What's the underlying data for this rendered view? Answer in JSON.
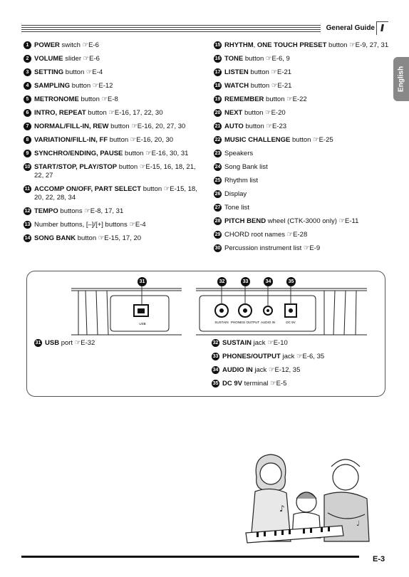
{
  "header": {
    "title": "General Guide"
  },
  "side_tab": "English",
  "left_items": [
    {
      "n": "1",
      "b": "POWER",
      "t": " switch ",
      "r": "☞E-6"
    },
    {
      "n": "2",
      "b": "VOLUME",
      "t": " slider ",
      "r": "☞E-6"
    },
    {
      "n": "3",
      "b": "SETTING",
      "t": " button ",
      "r": "☞E-4"
    },
    {
      "n": "4",
      "b": "SAMPLING",
      "t": " button ",
      "r": "☞E-12"
    },
    {
      "n": "5",
      "b": "METRONOME",
      "t": " button ",
      "r": "☞E-8"
    },
    {
      "n": "6",
      "b": "INTRO, REPEAT",
      "t": " button ",
      "r": "☞E-16, 17, 22, 30"
    },
    {
      "n": "7",
      "b": "NORMAL/FILL-IN, REW",
      "t": " button ",
      "r": "☞E-16, 20, 27, 30"
    },
    {
      "n": "8",
      "b": "VARIATION/FILL-IN, FF",
      "t": " button ",
      "r": "☞E-16, 20, 30"
    },
    {
      "n": "9",
      "b": "SYNCHRO/ENDING, PAUSE",
      "t": " button ",
      "r": "☞E-16, 30, 31"
    },
    {
      "n": "10",
      "b": "START/STOP, PLAY/STOP",
      "t": " button ",
      "r": "☞E-15, 16, 18, 21, 22, 27"
    },
    {
      "n": "11",
      "b": "ACCOMP ON/OFF, PART SELECT",
      "t": " button ",
      "r": "☞E-15, 18, 20, 22, 28, 34"
    },
    {
      "n": "12",
      "b": "TEMPO",
      "t": " buttons ",
      "r": "☞E-8, 17, 31"
    },
    {
      "n": "13",
      "b": "",
      "t": "Number buttons, [–]/[+] buttons ",
      "r": "☞E-4"
    },
    {
      "n": "14",
      "b": "SONG BANK",
      "t": " button ",
      "r": "☞E-15, 17, 20"
    }
  ],
  "right_items": [
    {
      "n": "15",
      "b": "RHYTHM",
      "t": ", ",
      "b2": "ONE TOUCH PRESET",
      "t2": " button ",
      "r": "☞E-9, 27, 31"
    },
    {
      "n": "16",
      "b": "TONE",
      "t": " button ",
      "r": "☞E-6, 9"
    },
    {
      "n": "17",
      "b": "LISTEN",
      "t": " button ",
      "r": "☞E-21"
    },
    {
      "n": "18",
      "b": "WATCH",
      "t": " button ",
      "r": "☞E-21"
    },
    {
      "n": "19",
      "b": "REMEMBER",
      "t": " button ",
      "r": "☞E-22"
    },
    {
      "n": "20",
      "b": "NEXT",
      "t": " button ",
      "r": "☞E-20"
    },
    {
      "n": "21",
      "b": "AUTO",
      "t": " button ",
      "r": "☞E-23"
    },
    {
      "n": "22",
      "b": "MUSIC CHALLENGE",
      "t": " button ",
      "r": "☞E-25"
    },
    {
      "n": "23",
      "b": "",
      "t": "Speakers",
      "r": ""
    },
    {
      "n": "24",
      "b": "",
      "t": "Song Bank list",
      "r": ""
    },
    {
      "n": "25",
      "b": "",
      "t": "Rhythm list",
      "r": ""
    },
    {
      "n": "26",
      "b": "",
      "t": "Display",
      "r": ""
    },
    {
      "n": "27",
      "b": "",
      "t": "Tone list",
      "r": ""
    },
    {
      "n": "28",
      "b": "PITCH BEND",
      "t": " wheel (CTK-3000 only) ",
      "r": "☞E-11"
    },
    {
      "n": "29",
      "b": "",
      "t": "CHORD root names ",
      "r": "☞E-28"
    },
    {
      "n": "30",
      "b": "",
      "t": "Percussion instrument list ",
      "r": "☞E-9"
    }
  ],
  "panel_left": [
    {
      "n": "31",
      "b": "USB",
      "t": " port ",
      "r": "☞E-32"
    }
  ],
  "panel_right": [
    {
      "n": "32",
      "b": "SUSTAIN",
      "t": " jack ",
      "r": "☞E-10"
    },
    {
      "n": "33",
      "b": "PHONES/OUTPUT",
      "t": " jack ",
      "r": "☞E-6, 35"
    },
    {
      "n": "34",
      "b": "AUDIO IN",
      "t": " jack ",
      "r": "☞E-12, 35"
    },
    {
      "n": "35",
      "b": "DC 9V",
      "t": " terminal ",
      "r": "☞E-5"
    }
  ],
  "jack_labels": {
    "usb": "USB",
    "sustain": "SUSTAIN",
    "phones": "PHONES/\nOUTPUT",
    "audio": "AUDIO IN",
    "dc": "DC 9V"
  },
  "callouts": [
    "31",
    "32",
    "33",
    "34",
    "35"
  ],
  "page_number": "E-3"
}
